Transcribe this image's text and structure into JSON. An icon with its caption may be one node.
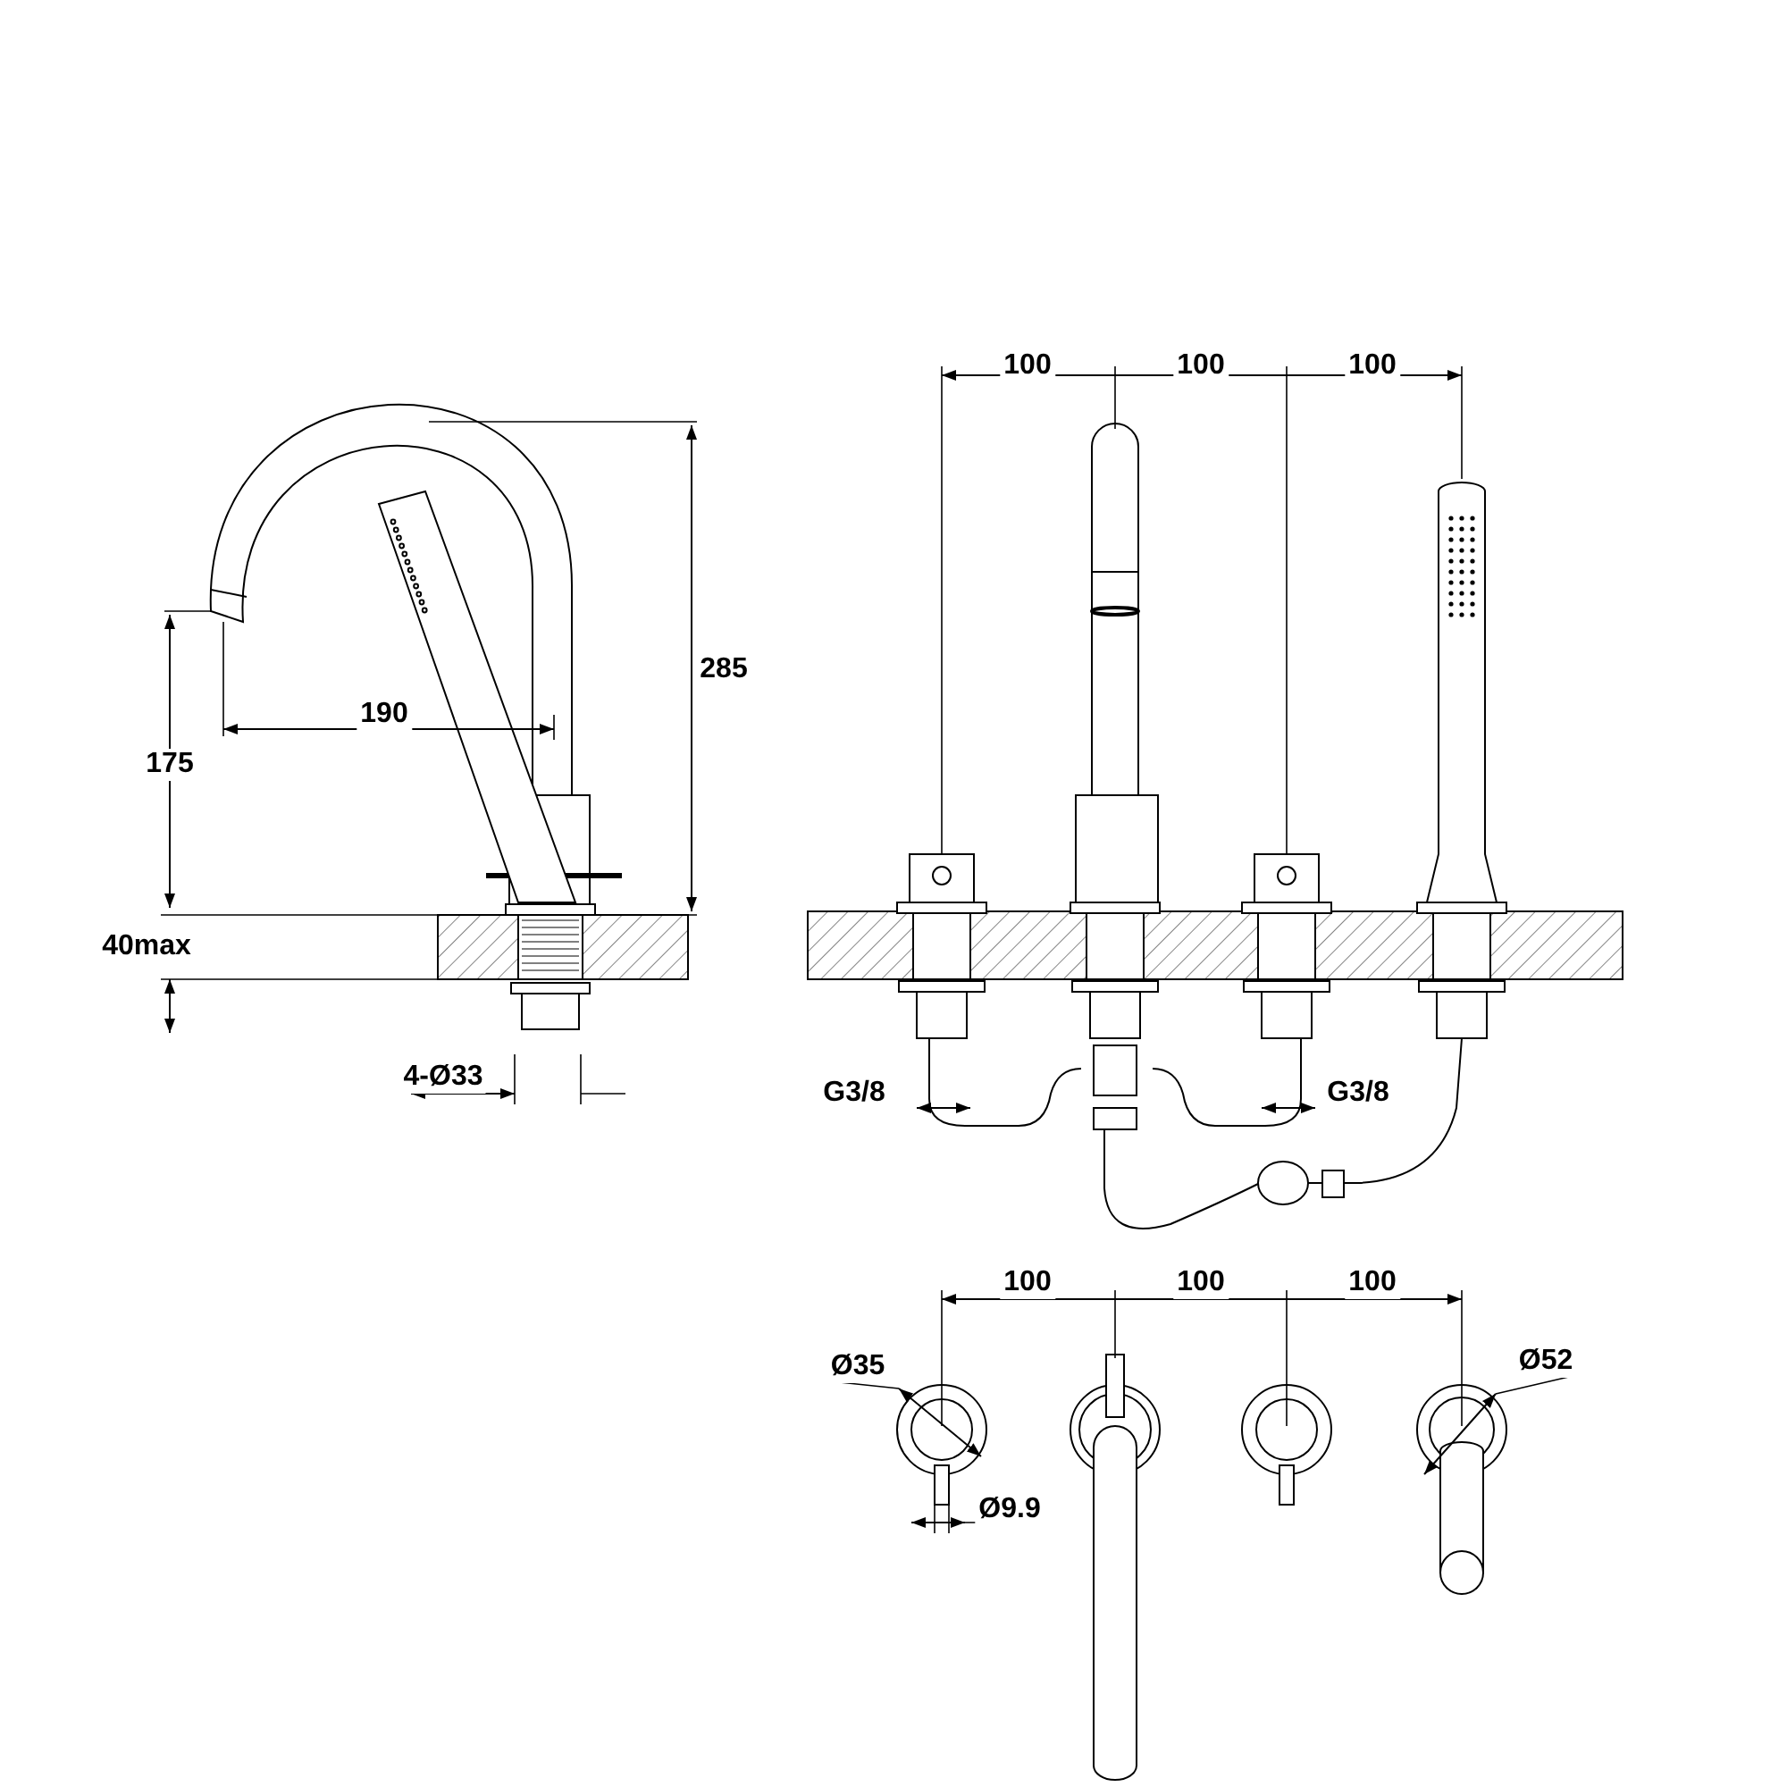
{
  "diagram": {
    "labels": [
      "100",
      "100",
      "100",
      "285",
      "190",
      "175",
      "40max",
      "4-Ø33",
      "G3/8",
      "G3/8",
      "100",
      "100",
      "100",
      "Ø35",
      "Ø52",
      "Ø9.9"
    ]
  }
}
